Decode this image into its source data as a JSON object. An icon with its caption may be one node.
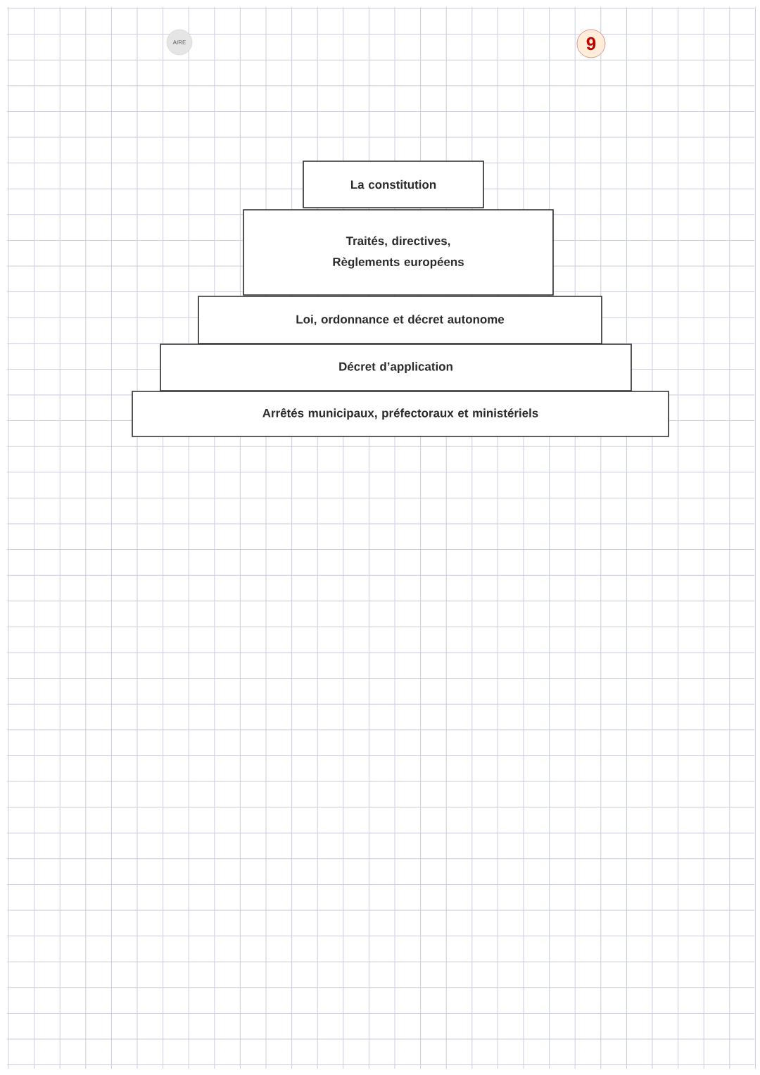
{
  "diagram": {
    "nodes": [
      {
        "text": [
          "La constitution"
        ]
      },
      {
        "text": [
          "Traités, directives, Règlements européens"
        ]
      },
      {
        "text": [
          "Loi, ordonnance et décret autonome"
        ]
      },
      {
        "text": [
          "Décret d’application"
        ]
      },
      {
        "text": [
          "Arrêtés municipaux, préfectoraux et ministériels"
        ]
      }
    ],
    "labels": [
      "AIRE",
      "9"
    ]
  }
}
